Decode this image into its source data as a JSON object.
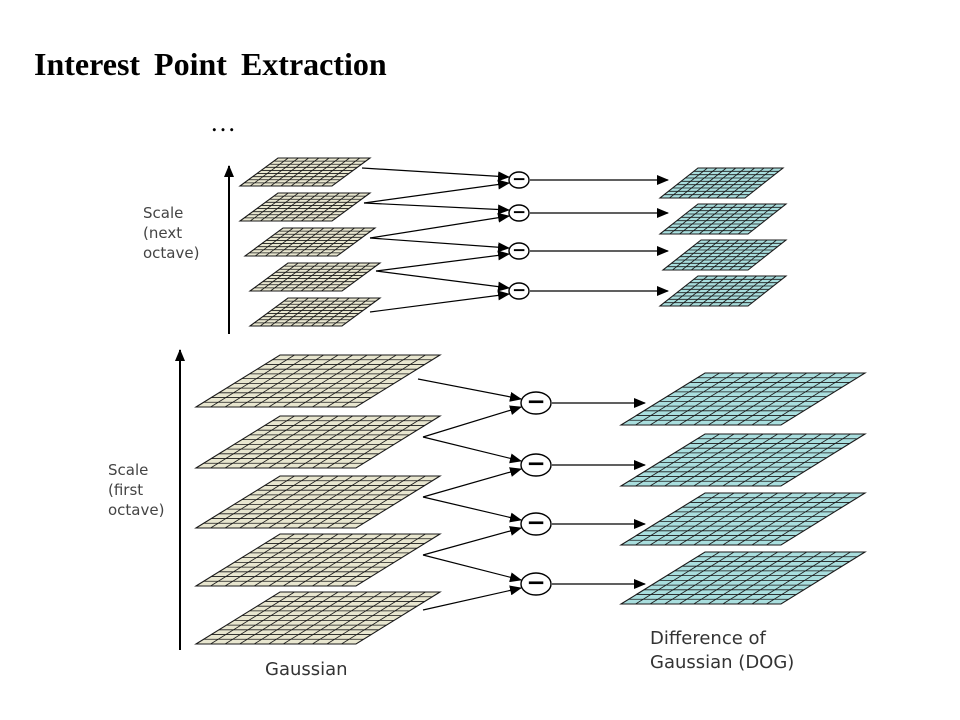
{
  "title": "Interest Point Extraction",
  "ellipsis": "…",
  "labels": {
    "scale_next": [
      "Scale",
      "(next",
      "octave)"
    ],
    "scale_first": [
      "Scale",
      "(first",
      "octave)"
    ],
    "gaussian": "Gaussian",
    "dog": [
      "Difference of",
      "Gaussian (DOG)"
    ]
  },
  "operator_symbol": "−",
  "colors": {
    "gaussian_fill": "#e8e6cf",
    "dog_fill": "#a9dede",
    "grid_line": "#1a1a1a"
  }
}
